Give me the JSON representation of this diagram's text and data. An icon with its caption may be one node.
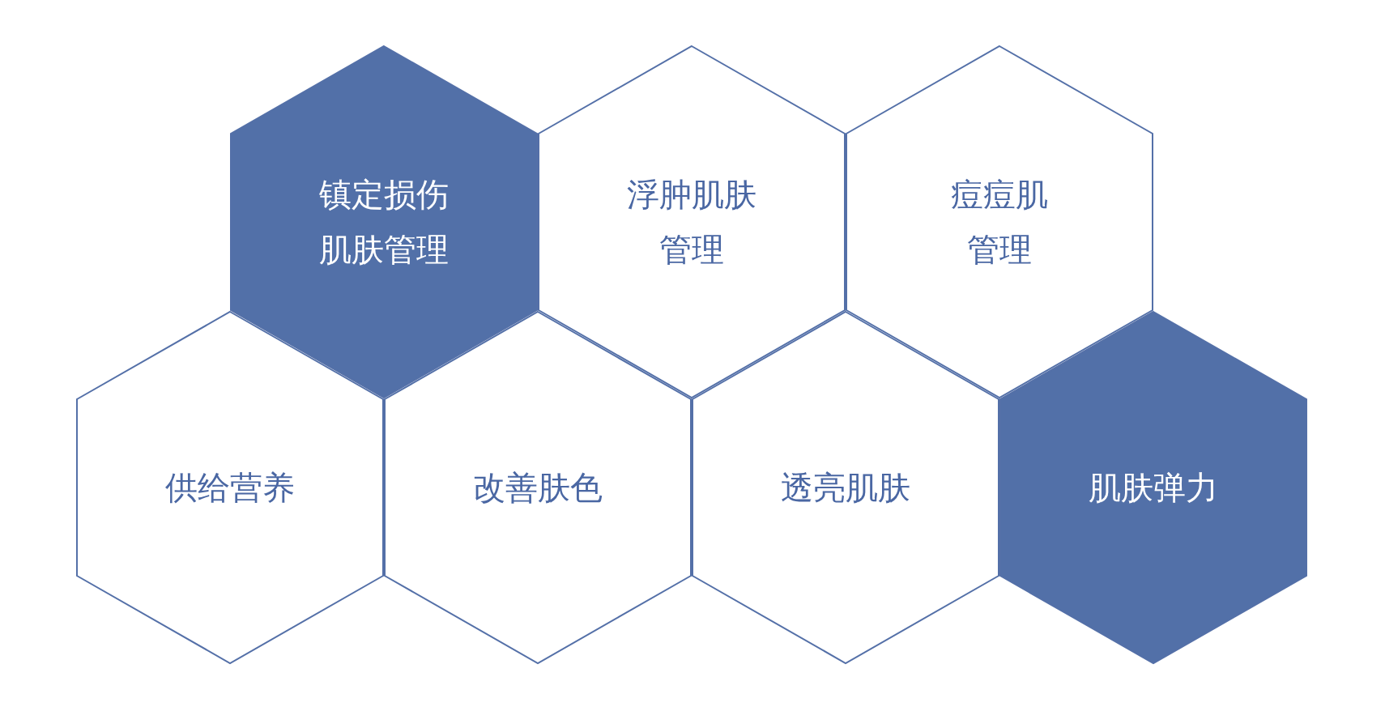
{
  "diagram": {
    "nodes": [
      {
        "text": [
          "镇定损伤肌肤管理"
        ]
      },
      {
        "text": [
          "浮肿肌肤管理"
        ]
      },
      {
        "text": [
          "痘痘肌管理"
        ]
      },
      {
        "text": [
          "供给营养"
        ]
      },
      {
        "text": [
          "改善肤色"
        ]
      },
      {
        "text": [
          "透亮肌肤"
        ]
      },
      {
        "text": [
          "肌肤弹力"
        ]
      }
    ]
  }
}
